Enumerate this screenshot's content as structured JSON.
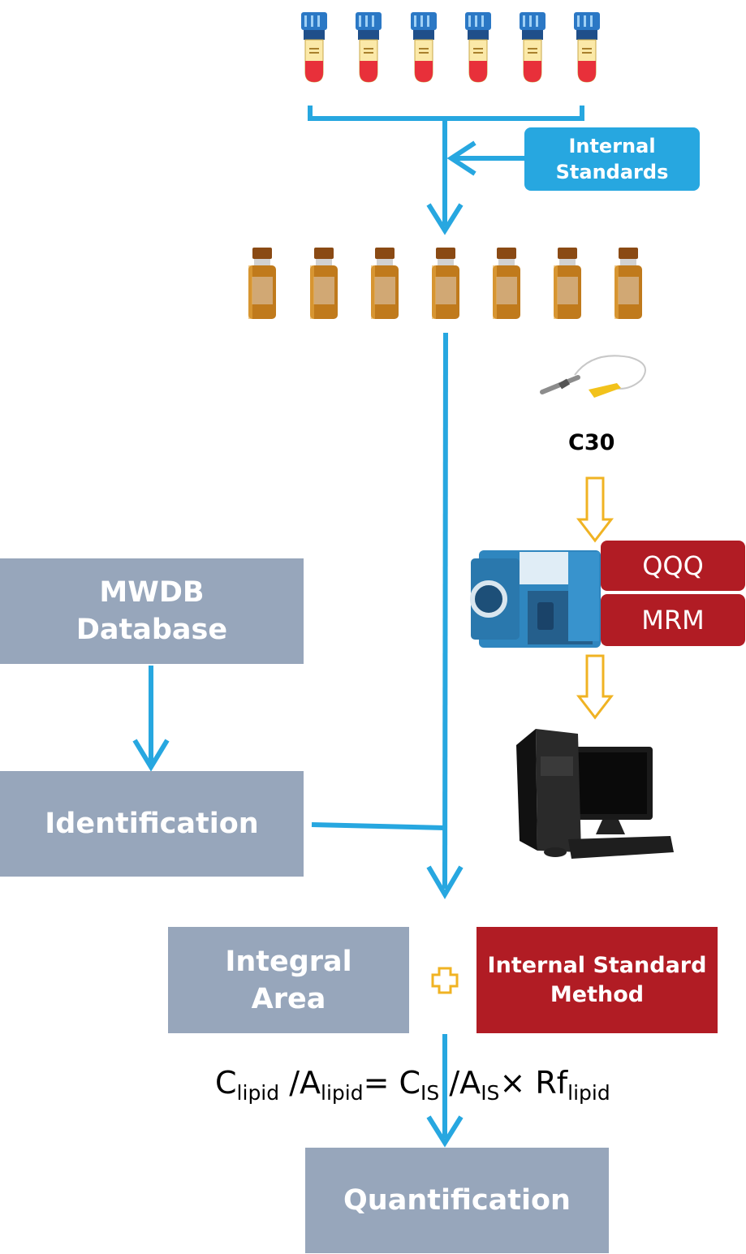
{
  "internal_standards_box": {
    "line1": "Internal",
    "line2": "Standards"
  },
  "column_label": "C30",
  "ms_boxes": {
    "qqq": "QQQ",
    "mrm": "MRM"
  },
  "mwdb_box": {
    "line1": "MWDB",
    "line2": "Database"
  },
  "identification_label": "Identification",
  "integral_area_box": {
    "line1": "Integral",
    "line2": "Area"
  },
  "internal_standard_method_box": {
    "line1": "Internal Standard",
    "line2": "Method"
  },
  "formula": {
    "c": "C",
    "lipid_sub": "lipid",
    "slash_a": " /A",
    "lipid_sub2": "lipid",
    "eq_c": "= C",
    "is_sub": "IS",
    "slash_a2": " /A",
    "is_sub2": "IS",
    "times_rf": "× Rf",
    "lipid_sub3": "lipid"
  },
  "quantification_label": "Quantification",
  "colors": {
    "flow_arrow": "#27a7e0",
    "hollow_arrow": "#f0b323",
    "grey_box": "#97a6bb",
    "red_box": "#b11c24",
    "blue_box": "#27a7e0"
  },
  "icons": [
    "blood-tube-icon",
    "amber-vial-icon",
    "chromatography-column-icon",
    "mass-spectrometer-icon",
    "computer-workstation-icon",
    "plus-icon"
  ]
}
